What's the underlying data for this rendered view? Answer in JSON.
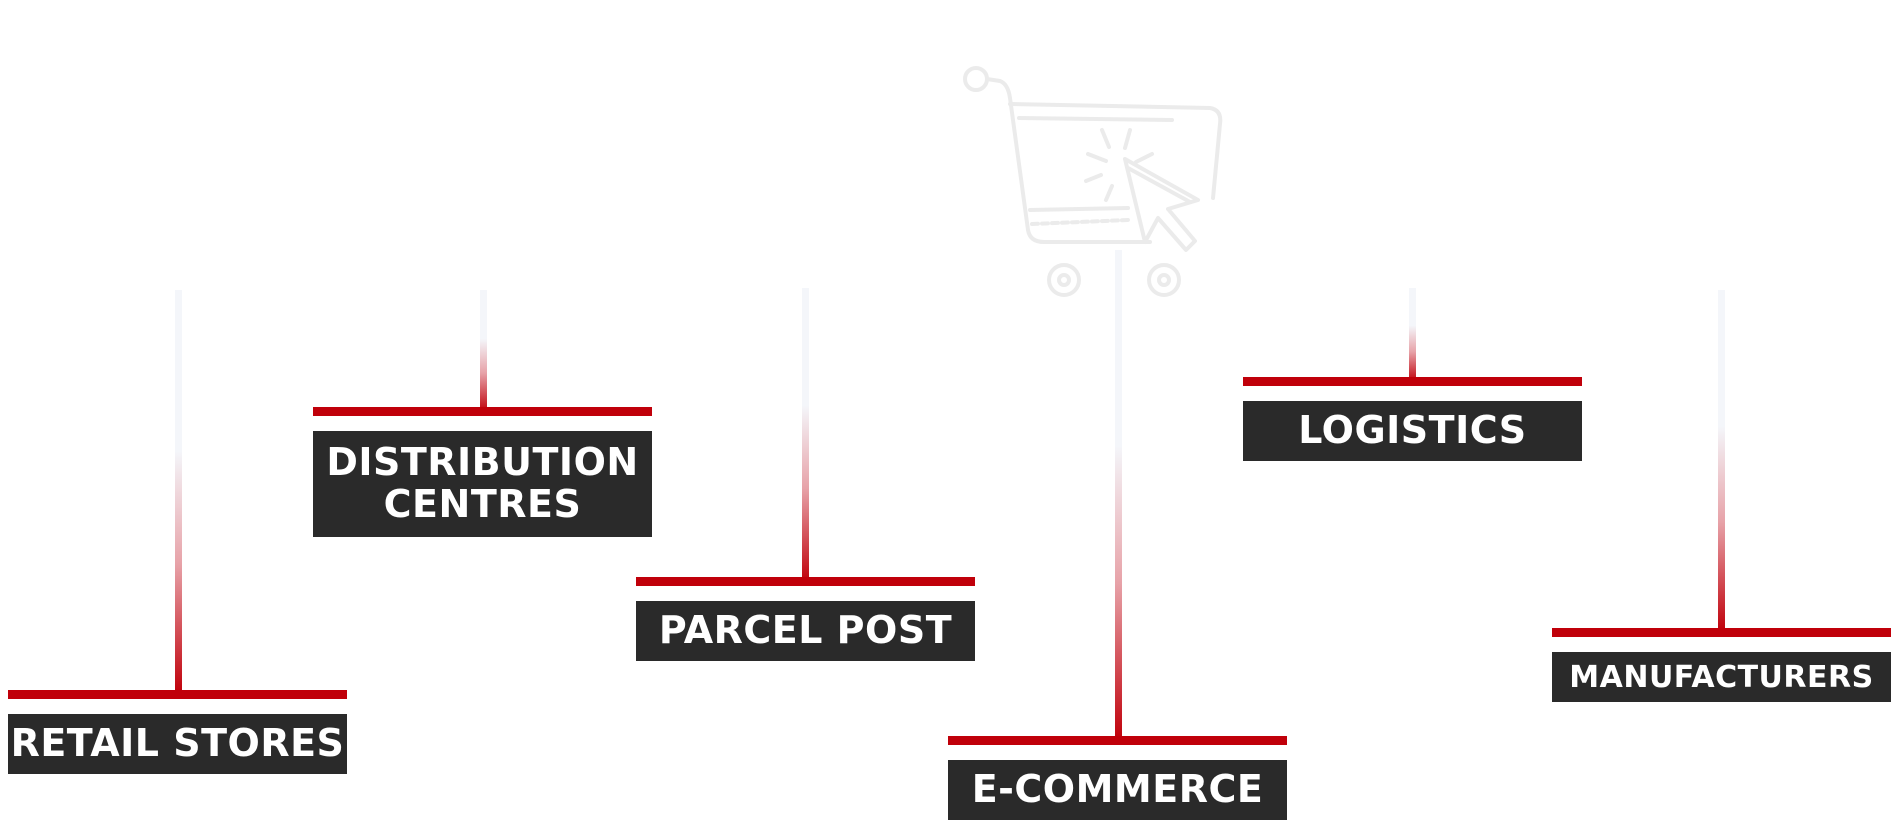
{
  "diagram": {
    "accent_color": "#c0000a",
    "label_background": "#2a2a2a",
    "center_icon": "shopping-cart-click-icon",
    "items": [
      {
        "id": "retail-stores",
        "lines": [
          "RETAIL STORES"
        ]
      },
      {
        "id": "distribution-centres",
        "lines": [
          "DISTRIBUTION",
          "CENTRES"
        ]
      },
      {
        "id": "parcel-post",
        "lines": [
          "PARCEL POST"
        ]
      },
      {
        "id": "e-commerce",
        "lines": [
          "E-COMMERCE"
        ]
      },
      {
        "id": "logistics",
        "lines": [
          "LOGISTICS"
        ]
      },
      {
        "id": "manufacturers",
        "lines": [
          "MANUFACTURERS"
        ]
      }
    ]
  }
}
